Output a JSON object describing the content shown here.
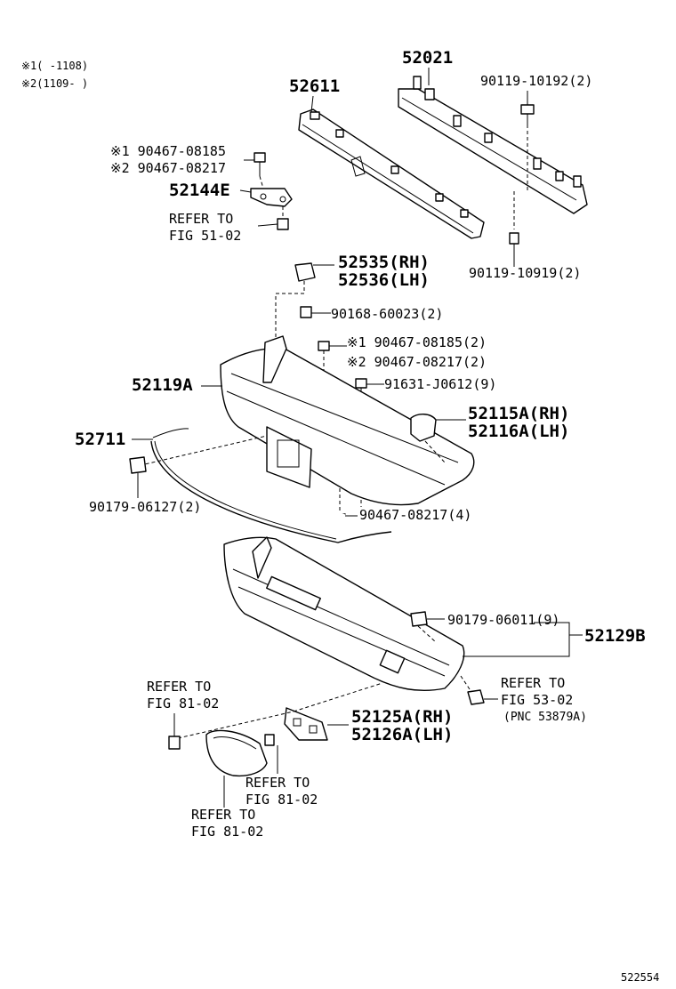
{
  "notes": {
    "n1": "※1(   -1108)",
    "n2": "※2(1109-   )"
  },
  "labels": {
    "p52611": "52611",
    "p52021": "52021",
    "p90119_10192": "90119-10192(2)",
    "p90119_10919": "90119-10919(2)",
    "p90467_08185_a": "※1 90467-08185",
    "p90467_08217_a": "※2 90467-08217",
    "p52144E": "52144E",
    "refer_51": "REFER TO",
    "fig_51": "FIG 51-02",
    "p52535": "52535(RH)",
    "p52536": "52536(LH)",
    "p90168": "90168-60023(2)",
    "p90467_08185_b": "※1 90467-08185(2)",
    "p90467_08217_b": "※2 90467-08217(2)",
    "p91631": "91631-J0612(9)",
    "p52119A": "52119A",
    "p52115A": "52115A(RH)",
    "p52116A": "52116A(LH)",
    "p52711": "52711",
    "p90179_06127": "90179-06127(2)",
    "p90467_08217_c": "90467-08217(4)",
    "p90179_06011": "90179-06011(9)",
    "p52129B": "52129B",
    "refer_81a": "REFER TO",
    "fig_81a": "FIG 81-02",
    "refer_53": "REFER TO",
    "fig_53": "FIG 53-02",
    "pnc_53879A": "(PNC 53879A)",
    "p52125A": "52125A(RH)",
    "p52126A": "52126A(LH)",
    "refer_81b": "REFER TO",
    "fig_81b": "FIG 81-02",
    "refer_81c": "REFER TO",
    "fig_81c": "FIG 81-02",
    "figure_id": "522554"
  }
}
